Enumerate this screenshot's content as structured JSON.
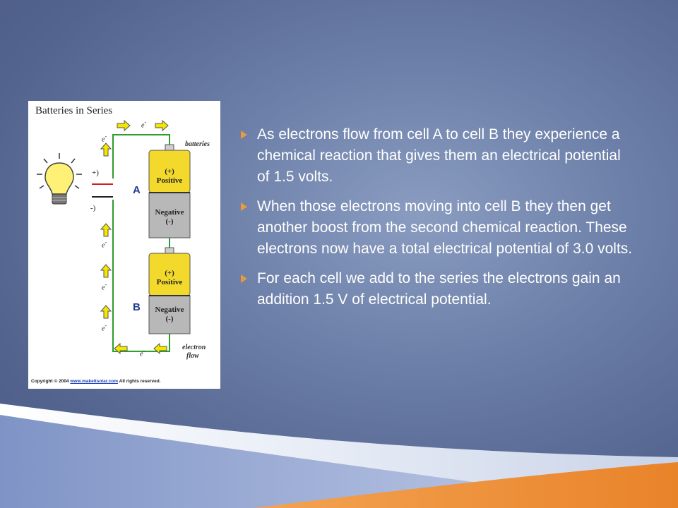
{
  "figure": {
    "title": "Batteries in Series",
    "label_batteries": "batteries",
    "label_electron_flow_1": "electron",
    "label_electron_flow_2": "flow",
    "electron_symbol": "e",
    "electron_sup": "-",
    "cell_positive_sign": "(+)",
    "cell_positive_word": "Positive",
    "cell_negative_word": "Negative",
    "cell_negative_sign": "(-)",
    "bulb_plus": "+)",
    "bulb_minus": "-)",
    "cell_a_letter": "A",
    "cell_b_letter": "B",
    "copyright_prefix": "Copyright © 2004",
    "copyright_link": "www.makeitsolar.com",
    "copyright_suffix": "All rights reserved.",
    "colors": {
      "wire": "#2e9e2e",
      "arrow": "#f5e600",
      "cell_top": "#f2d92b",
      "cell_bottom": "#b8b8b8",
      "letter": "#1f3a8f"
    }
  },
  "bullets": [
    {
      "text": "As electrons flow from cell A to cell B they experience a chemical reaction that gives them an electrical potential of 1.5 volts."
    },
    {
      "text": "When those electrons moving into cell B they then get another boost from the second chemical reaction.  These electrons now have a total electrical potential of 3.0 volts."
    },
    {
      "text": "For each cell we add to the series the electrons gain an addition 1.5 V of electrical potential."
    }
  ],
  "theme": {
    "bullet_color": "#e89a3c",
    "wave_orange": "#e9832a",
    "wave_light": "#dfe6f3"
  }
}
